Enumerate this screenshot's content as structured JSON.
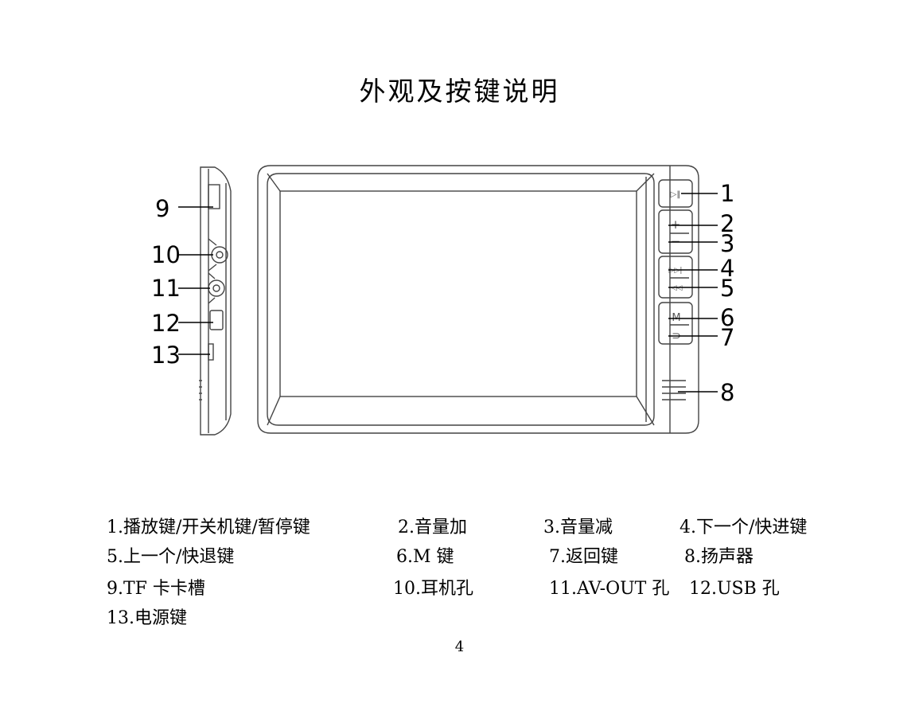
{
  "page": {
    "title": "外观及按键说明",
    "page_number": "4"
  },
  "button_icons": {
    "b1": "▷‖",
    "b2": "+",
    "b3": "−",
    "b4": "▷▷|",
    "b5": "|◁◁",
    "b6": "M",
    "b7": "⊃"
  },
  "callouts": [
    "1",
    "2",
    "3",
    "4",
    "5",
    "6",
    "7",
    "8",
    "9",
    "10",
    "11",
    "12",
    "13"
  ],
  "captions": [
    "1.播放键/开关机键/暂停键",
    "2.音量加",
    "3.音量减",
    "4.下一个/快进键",
    "5.上一个/快退键",
    "6.M 键",
    "7.返回键",
    "8.扬声器",
    "9.TF 卡卡槽",
    "10.耳机孔",
    "11.AV-OUT 孔",
    "12.USB 孔",
    "13.电源键"
  ]
}
